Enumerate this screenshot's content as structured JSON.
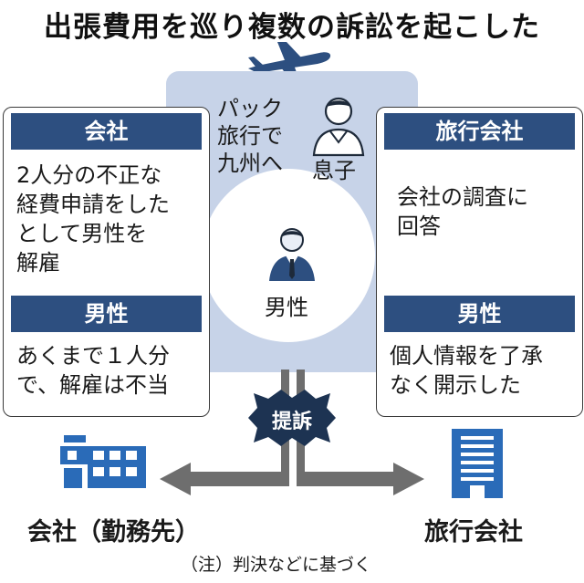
{
  "title": "出張費用を巡り複数の訴訟を起こした",
  "trip": {
    "line1": "パック",
    "line2": "旅行で",
    "line3": "九州へ"
  },
  "son_label": "息子",
  "center_label": "男性",
  "left_box": {
    "header1": "会社",
    "text1": [
      "2人分の不正な",
      "経費申請をした",
      "として男性を",
      "解雇"
    ],
    "header2": "男性",
    "text2": [
      "あくまで１人分",
      "で、解雇は不当"
    ]
  },
  "right_box": {
    "header1": "旅行会社",
    "text1": [
      "会社の調査に",
      "回答"
    ],
    "header2": "男性",
    "text2": [
      "個人情報を了承",
      "なく開示した"
    ]
  },
  "lawsuit_label": "提訴",
  "bottom_left_label": "会社（勤務先）",
  "bottom_right_label": "旅行会社",
  "note": "（注）判決などに基づく",
  "colors": {
    "navy": "#2d4f80",
    "icon_blue": "#2a6bb8",
    "arrow_gray": "#6e6e6e",
    "panel": "#c7d3e8"
  }
}
